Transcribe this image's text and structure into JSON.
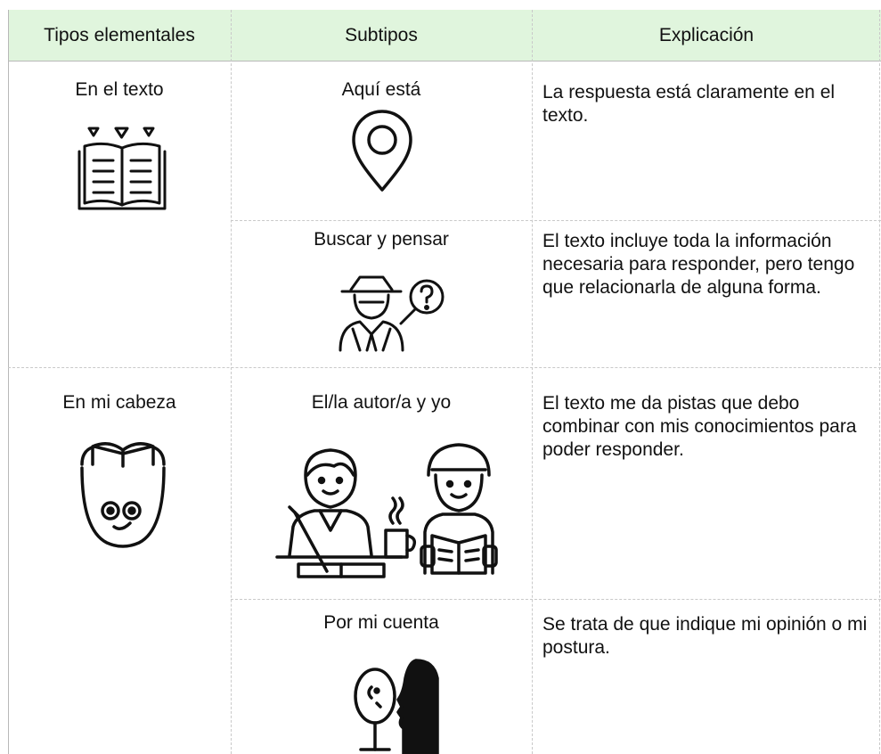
{
  "headers": {
    "col1": "Tipos elementales",
    "col2": "Subtipos",
    "col3": "Explicación"
  },
  "groups": [
    {
      "label": "En el texto",
      "icon": "open-book-icon"
    },
    {
      "label": "En mi cabeza",
      "icon": "head-book-icon"
    }
  ],
  "rows": [
    {
      "subtype": "Aquí está",
      "explanation": "La respuesta está claramente en el texto.",
      "icon": "location-pin-icon"
    },
    {
      "subtype": "Buscar y pensar",
      "explanation": "El texto incluye toda la información necesaria para responder, pero tengo que relacionarla de alguna forma.",
      "icon": "detective-question-icon"
    },
    {
      "subtype": "El/la autor/a y yo",
      "explanation": "El texto me da pistas que debo combinar con mis conocimientos para poder responder.",
      "icon": "author-reader-icon"
    },
    {
      "subtype": "Por mi cuenta",
      "explanation": "Se trata de que indique mi opinión o mi postura.",
      "icon": "mirror-silhouette-icon"
    }
  ]
}
